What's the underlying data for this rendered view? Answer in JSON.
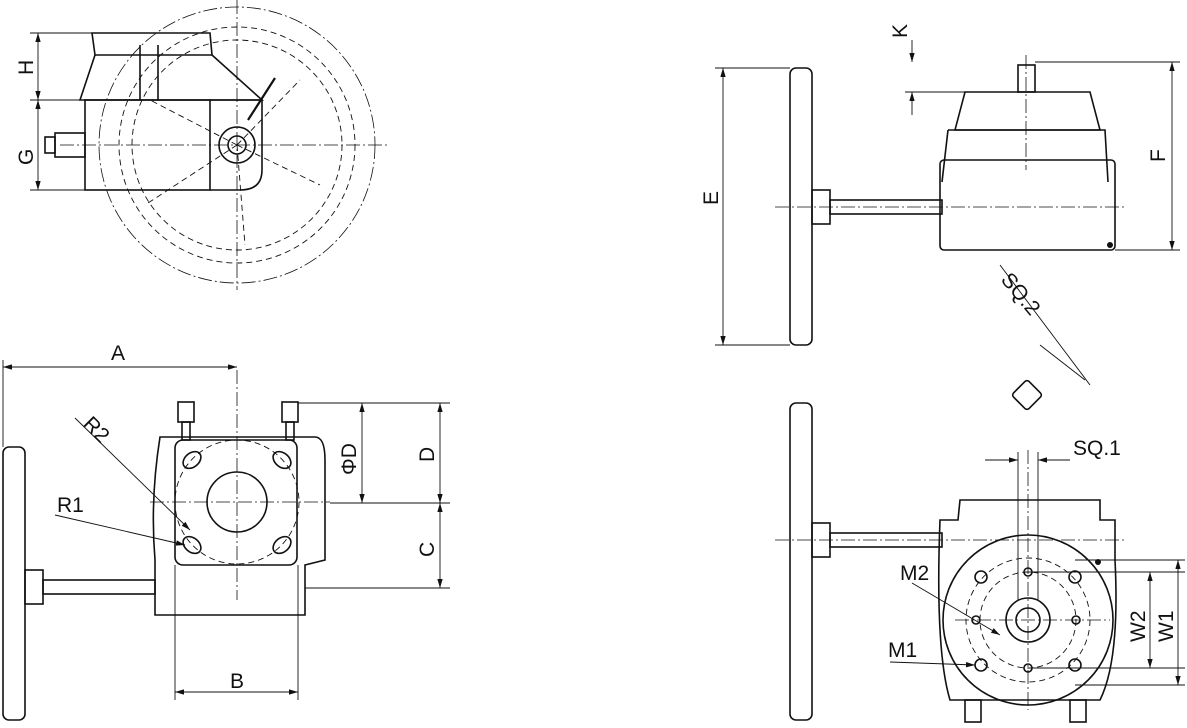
{
  "labels": {
    "H": "H",
    "G": "G",
    "K": "K",
    "F": "F",
    "E": "E",
    "SQ2": "SQ.2",
    "A": "A",
    "R2": "R2",
    "R1": "R1",
    "PhiD": "ΦD",
    "D": "D",
    "C": "C",
    "B": "B",
    "SQ1": "SQ.1",
    "M2": "M2",
    "M1": "M1",
    "W2": "W2",
    "W1": "W1"
  },
  "colors": {
    "line": "#111111",
    "background": "#ffffff"
  }
}
